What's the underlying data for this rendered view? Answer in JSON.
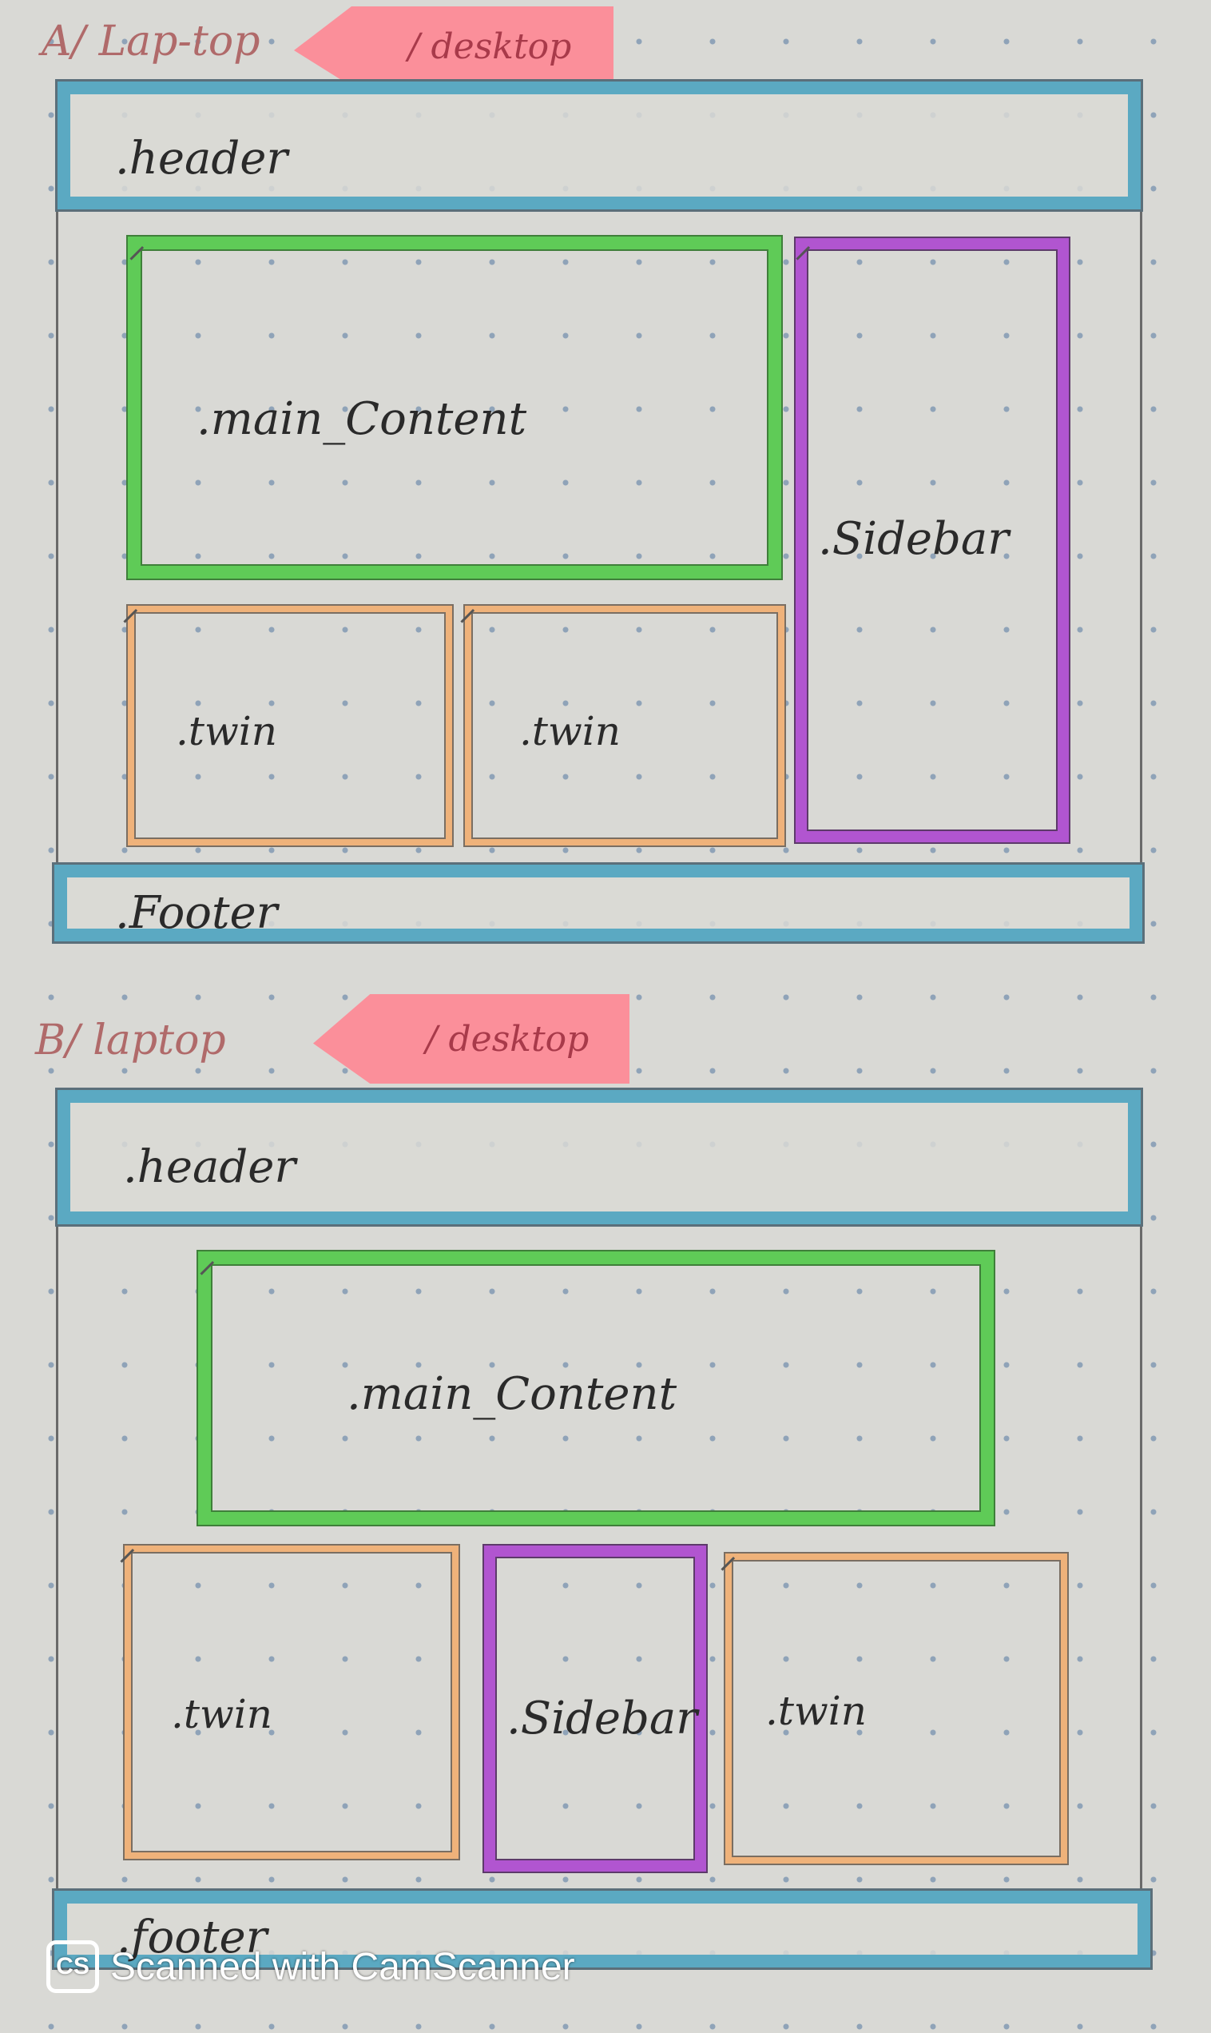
{
  "colors": {
    "paper": "#d9d9d5",
    "dot": "#8fa3b8",
    "header_footer": "#5ba9c2",
    "main_content": "#5fcb57",
    "sidebar": "#b155d0",
    "twin": "#efb27a",
    "tag": "#fb8f9a"
  },
  "section_a": {
    "heading": "A/ Lap-top",
    "tag": "/ desktop",
    "header": ".header",
    "main_content": ".main_Content",
    "sidebar": ".Sidebar",
    "twin_1": ".twin",
    "twin_2": ".twin",
    "footer": ".Footer"
  },
  "section_b": {
    "heading": "B/ laptop",
    "tag": "/ desktop",
    "header": ".header",
    "main_content": ".main_Content",
    "twin_1": ".twin",
    "sidebar": ".Sidebar",
    "twin_2": ".twin",
    "footer": ".footer"
  },
  "watermark": {
    "logo": "CS",
    "text": "Scanned with CamScanner"
  }
}
